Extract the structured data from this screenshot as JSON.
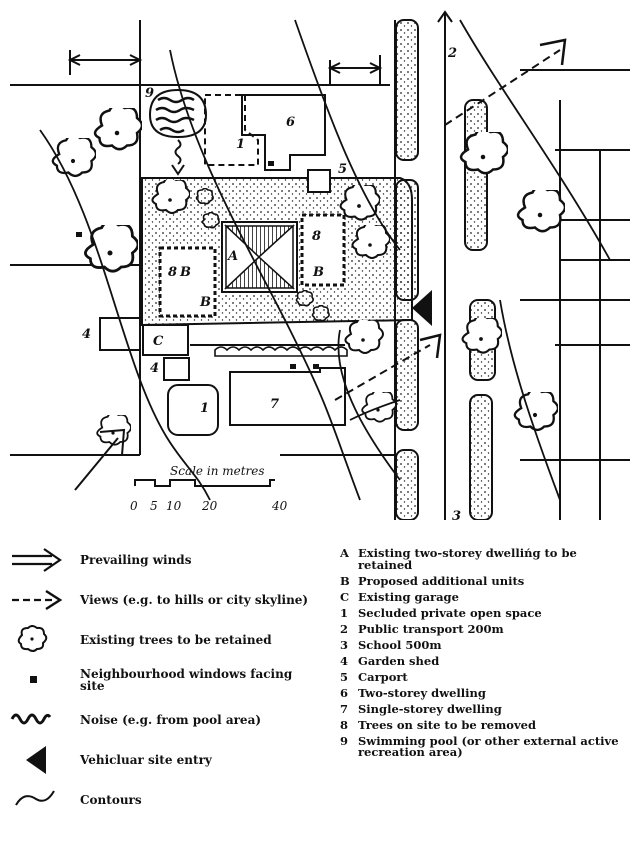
{
  "plan": {
    "scale_title": "Scale in metres",
    "scale_ticks": [
      "0",
      "5",
      "10",
      "20",
      "40"
    ],
    "labels": {
      "north_direction": "2",
      "school_direction": "3",
      "shed_left": "4",
      "shed_lower": "4",
      "carport": "5",
      "two_storey": "6",
      "single_storey": "7",
      "pool": "9",
      "open_space_top": "1",
      "open_space_bottom": "1",
      "existing_dwelling": "A",
      "unit_left_b": "B",
      "unit_left_8": "8",
      "unit_left_bottom_b": "B",
      "unit_right_8": "8",
      "unit_right_b": "B",
      "garage": "C"
    }
  },
  "legend_symbols": [
    {
      "icon": "prevailing-winds-arrow-icon",
      "label": "Prevailing winds"
    },
    {
      "icon": "views-dashed-arrow-icon",
      "label": "Views (e.g. to hills or city skyline)"
    },
    {
      "icon": "tree-icon",
      "label": "Existing trees to be retained"
    },
    {
      "icon": "window-square-icon",
      "label": "Neighbourhood windows facing site"
    },
    {
      "icon": "noise-squiggle-icon",
      "label": "Noise (e.g. from pool area)"
    },
    {
      "icon": "entry-triangle-icon",
      "label": "Vehicluar site entry"
    },
    {
      "icon": "contour-line-icon",
      "label": "Contours"
    }
  ],
  "legend_keys": [
    {
      "key": "A",
      "label": "Existing two-storey dwellińg to be retained"
    },
    {
      "key": "B",
      "label": "Proposed additional units"
    },
    {
      "key": "C",
      "label": "Existing garage"
    },
    {
      "key": "1",
      "label": "Secluded private open space"
    },
    {
      "key": "2",
      "label": "Public transport 200m"
    },
    {
      "key": "3",
      "label": "School 500m"
    },
    {
      "key": "4",
      "label": "Garden shed"
    },
    {
      "key": "5",
      "label": "Carport"
    },
    {
      "key": "6",
      "label": "Two-storey dwelling"
    },
    {
      "key": "7",
      "label": "Single-storey dwelling"
    },
    {
      "key": "8",
      "label": "Trees on site to be removed"
    },
    {
      "key": "9",
      "label": "Swimming pool (or other external active recreation area)"
    }
  ]
}
